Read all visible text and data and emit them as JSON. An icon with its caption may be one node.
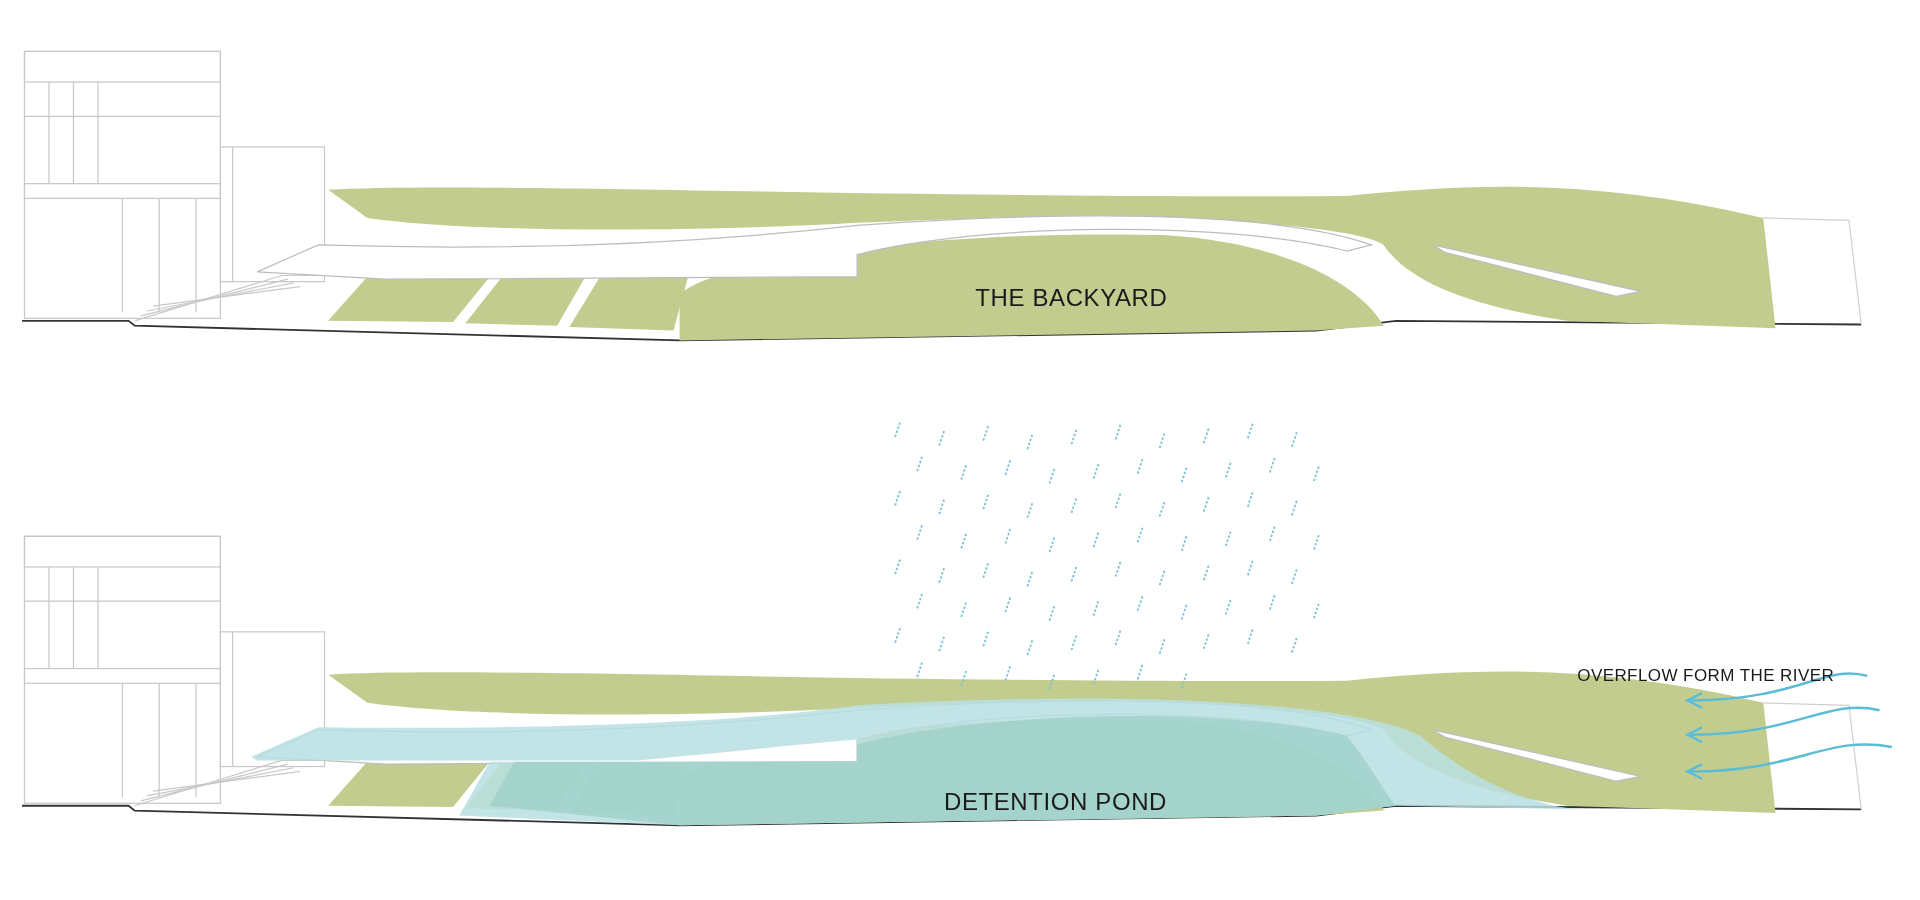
{
  "diagram": {
    "labels": [
      "THE BACKYARD",
      "DETENTION POND",
      "OVERFLOW FORM THE RIVER"
    ]
  }
}
